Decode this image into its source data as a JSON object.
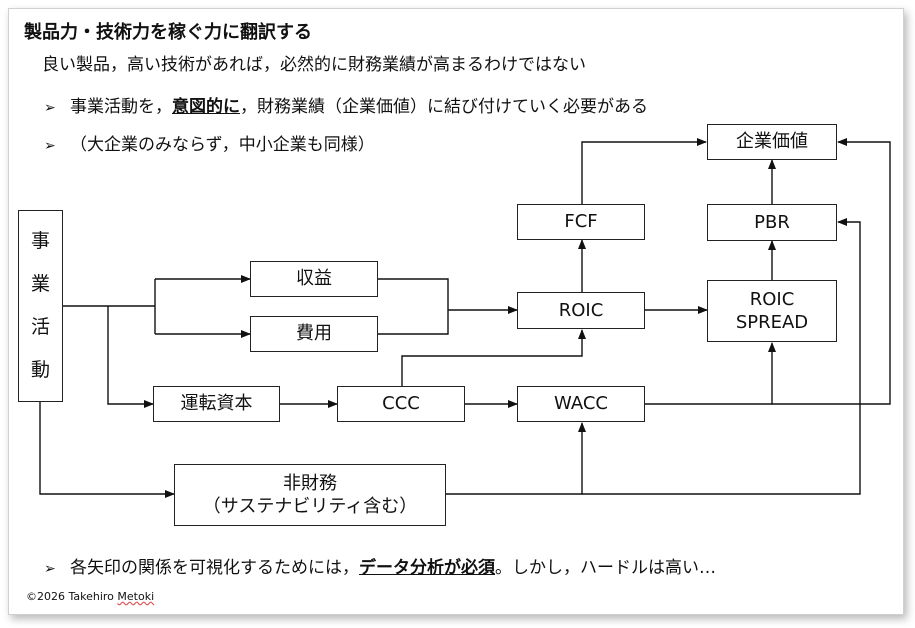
{
  "title": "製品力・技術力を稼ぐ力に翻訳する",
  "subtitle": "良い製品，高い技術があれば，必然的に財務業績が高まるわけではない",
  "bullets": {
    "marker": "➢",
    "b1_before": "事業活動を，",
    "b1_emph": "意図的に",
    "b1_after": "，財務業績（企業価値）に結び付けていく必要がある",
    "b2": "（大企業のみならず，中小企業も同様）",
    "b3_before": "各矢印の関係を可視化するためには，",
    "b3_emph": "データ分析が必須",
    "b3_after": "。しかし，ハードルは高い…"
  },
  "diagram": {
    "activity": [
      "事",
      "業",
      "活",
      "動"
    ],
    "revenue": "収益",
    "cost": "費用",
    "working_capital": "運転資本",
    "ccc": "CCC",
    "roic": "ROIC",
    "fcf": "FCF",
    "wacc": "WACC",
    "roic_spread_l1": "ROIC",
    "roic_spread_l2": "SPREAD",
    "pbr": "PBR",
    "enterprise_value": "企業価値",
    "nonfin_l1": "非財務",
    "nonfin_l2": "（サステナビリティ含む）"
  },
  "copyright": {
    "prefix": "©2026 Takehiro ",
    "name": "Metoki"
  }
}
